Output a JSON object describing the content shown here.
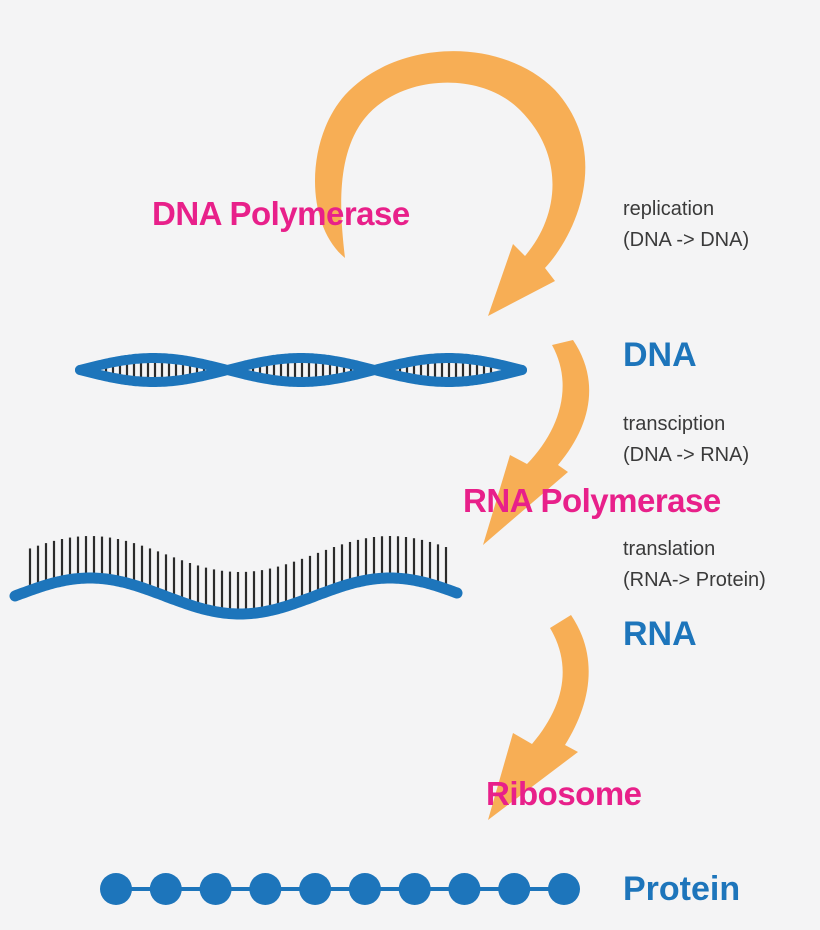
{
  "enzymes": {
    "dna_polymerase": "DNA Polymerase",
    "rna_polymerase": "RNA Polymerase",
    "ribosome": "Ribosome"
  },
  "molecules": {
    "dna": "DNA",
    "rna": "RNA",
    "protein": "Protein"
  },
  "processes": {
    "replication": {
      "name": "replication",
      "detail": "(DNA -> DNA)"
    },
    "transcription": {
      "name": "transciption",
      "detail": "(DNA -> RNA)"
    },
    "translation": {
      "name": "translation",
      "detail": "(RNA-> Protein)"
    }
  },
  "protein_bead_count": 10,
  "colors": {
    "background": "#f4f4f5",
    "arrow": "#f7ae55",
    "molecule": "#1d75bb",
    "enzyme_text": "#e8208a",
    "process_text": "#3a3a3a",
    "base_pair": "#2b2b2b"
  }
}
